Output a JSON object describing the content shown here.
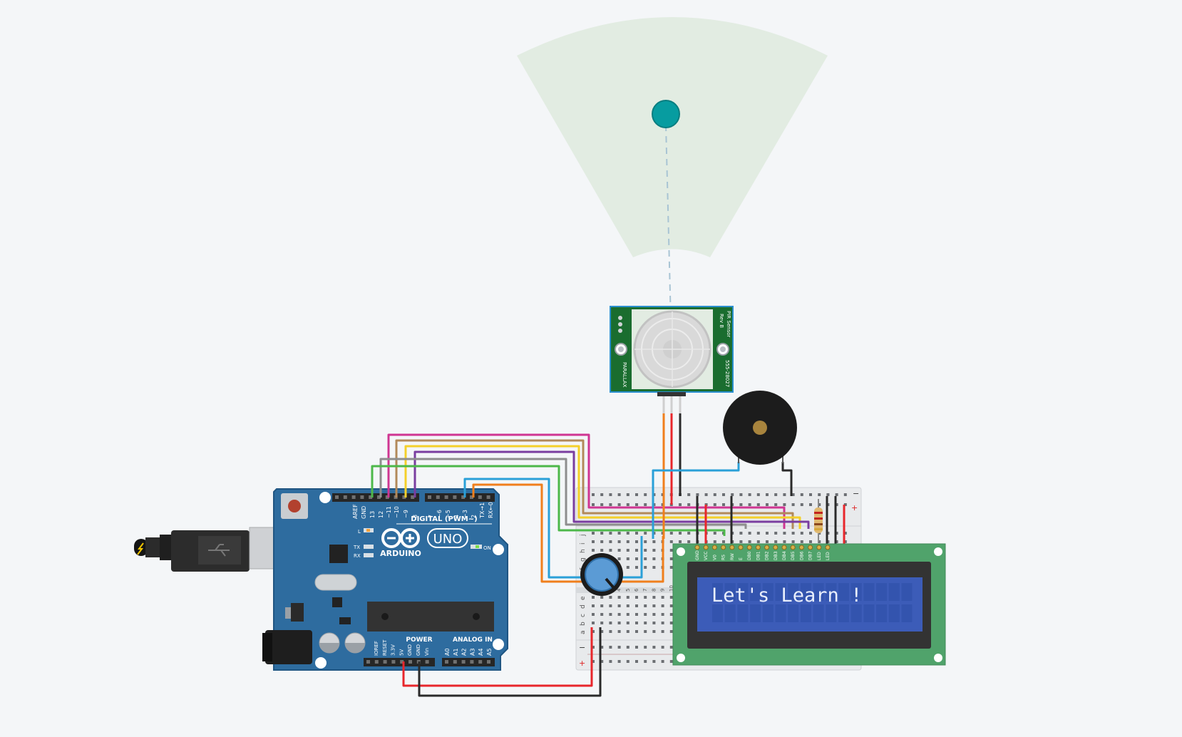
{
  "arduino": {
    "brand": "ARDUINO",
    "model": "UNO",
    "digital_label": "DIGITAL (PWM~)",
    "power_label": "POWER",
    "analog_label": "ANALOG IN",
    "on_label": "ON",
    "tx_label": "TX",
    "rx_label": "RX",
    "l_label": "L",
    "aref_label": "AREF",
    "gnd_label": "GND",
    "digital_pins": [
      "13",
      "12",
      "~11",
      "~10",
      "~9",
      "8",
      "7",
      "~6",
      "~5",
      "4",
      "~3",
      "2",
      "TX→1",
      "RX←0"
    ],
    "power_pins": [
      "IOREF",
      "RESET",
      "3.3V",
      "5V",
      "GND",
      "GND",
      "Vin"
    ],
    "analog_pins": [
      "A0",
      "A1",
      "A2",
      "A3",
      "A4",
      "A5"
    ]
  },
  "pir": {
    "brand": "PARALLAX",
    "title": "PIR Sensor",
    "rev": "Rev B",
    "part": "555-28027"
  },
  "lcd": {
    "text": "Let's Learn !",
    "pins": [
      "GND",
      "VCC",
      "V0",
      "RS",
      "RW",
      "E",
      "DB0",
      "DB1",
      "DB2",
      "DB3",
      "DB4",
      "DB5",
      "DB6",
      "DB7",
      "LED",
      "LED"
    ]
  },
  "breadboard": {
    "rows_top": [
      "j",
      "i",
      "h",
      "g",
      "f"
    ],
    "rows_bottom": [
      "e",
      "d",
      "c",
      "b",
      "a"
    ],
    "columns": [
      "1",
      "2",
      "3",
      "4",
      "5",
      "6",
      "7",
      "8",
      "9",
      "10"
    ],
    "minus": "−",
    "plus": "+"
  },
  "colors": {
    "background": "#f4f6f8",
    "arduino_board": "#2e6c9f",
    "pir_board": "#1a6d2f",
    "lcd_board": "#50a36b",
    "lcd_screen": "#3c5cb8",
    "wire_red": "#e8262b",
    "wire_black": "#2a2a2a",
    "wire_orange": "#f07f1c",
    "wire_blue": "#2aa0d8",
    "wire_green": "#4db84a",
    "wire_magenta": "#cf3592",
    "wire_brown": "#b2895a",
    "wire_yellow": "#f4d02a",
    "wire_purple": "#7a3da0",
    "wire_gray": "#8e8e8e"
  }
}
